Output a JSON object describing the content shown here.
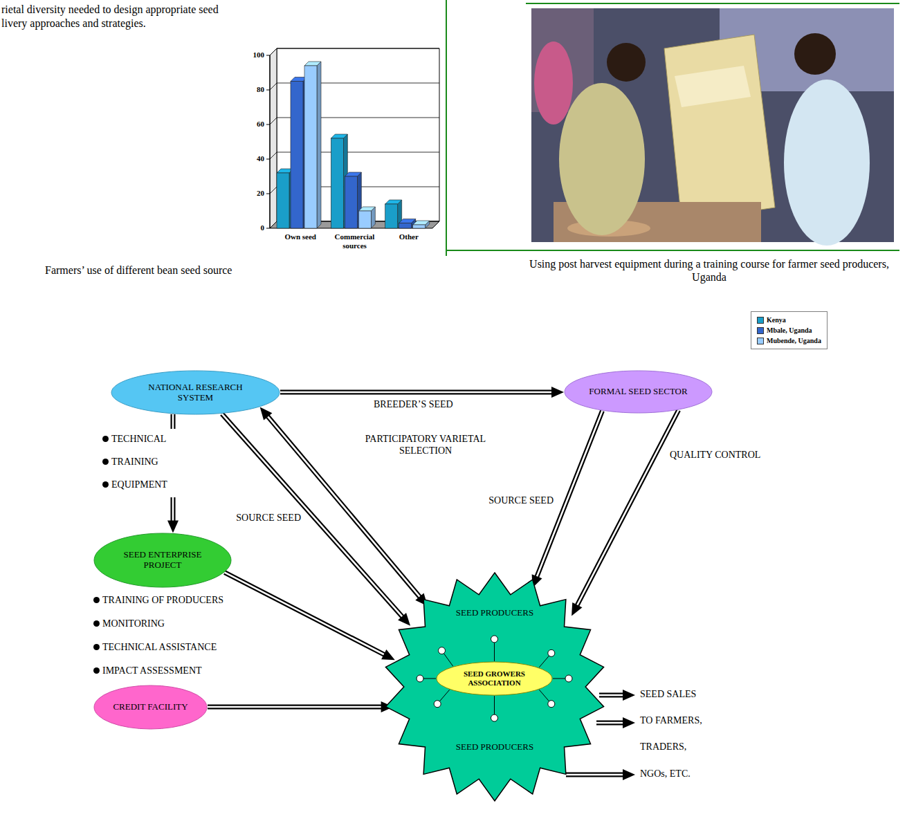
{
  "diagram": {
    "nodes": [
      {
        "text": [
          "NATIONAL RESEARCH SYSTEM"
        ]
      },
      {
        "text": [
          "FORMAL SEED SECTOR"
        ]
      },
      {
        "text": [
          "SEED ENTERPRISE PROJECT"
        ]
      },
      {
        "text": [
          "CREDIT FACILITY"
        ]
      },
      {
        "text": [
          "SEED PRODUCERS",
          "SEED PRODUCERS"
        ]
      },
      {
        "text": [
          "SEED GROWERS ASSOCIATION"
        ],
        "in": 4
      }
    ],
    "edges": [
      {
        "from": 0,
        "to": 1,
        "arrow": "to",
        "label": "BREEDER’S SEED"
      },
      {
        "from": 0,
        "to": 2,
        "arrow": "to"
      },
      {
        "from": 0,
        "to": 4,
        "arrow": "to",
        "label": "SOURCE SEED"
      },
      {
        "from": 0,
        "to": 4,
        "arrow": "both",
        "label": "PARTICIPATORY VARIETAL SELECTION"
      },
      {
        "from": 1,
        "to": 4,
        "arrow": "to",
        "label": "SOURCE SEED"
      },
      {
        "from": 1,
        "to": 4,
        "arrow": "to",
        "label": "QUALITY CONTROL"
      },
      {
        "from": 2,
        "to": 4,
        "arrow": "to"
      },
      {
        "from": 3,
        "to": 4,
        "arrow": "to"
      }
    ],
    "labels": [
      "rietal diversity needed to design appropriate seed",
      "livery approaches and strategies.",
      "100",
      "80",
      "60",
      "40",
      "20",
      "0",
      "Own seed",
      "Commercial sources",
      "Other",
      "Using post harvest equipment during a training course for farmer seed producers, Uganda",
      "Farmers’ use of different bean seed source",
      "TECHNICAL",
      "TRAINING",
      "EQUIPMENT",
      "TRAINING OF PRODUCERS",
      "MONITORING",
      "TECHNICAL ASSISTANCE",
      "IMPACT ASSESSMENT",
      "SEED SALES",
      "TO FARMERS,",
      "TRADERS,",
      "NGOs, ETC."
    ],
    "legend": [
      {
        "text": "Kenya",
        "color": "#1a9ec9"
      },
      {
        "text": "Mbale, Uganda",
        "color": "#3366cc"
      },
      {
        "text": "Mubende, Uganda",
        "color": "#99ccff"
      }
    ]
  }
}
